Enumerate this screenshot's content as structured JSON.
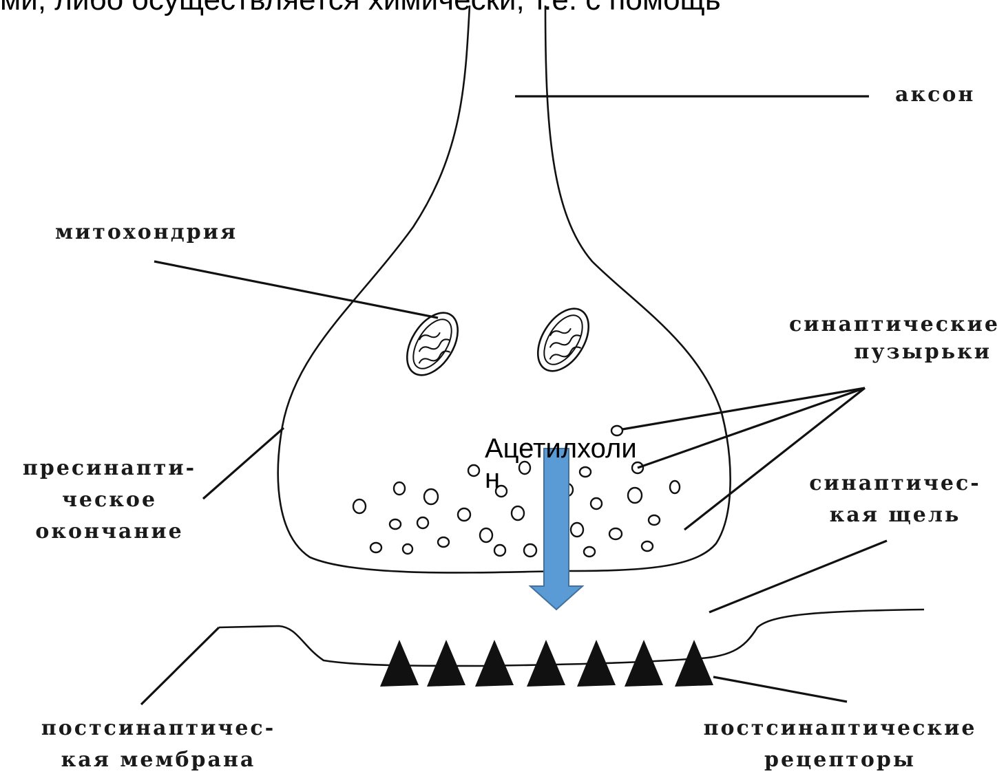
{
  "top_caption": "ми, либо осуществляется химически, т.е. с помощь",
  "labels": {
    "axon": "аксон",
    "mitochondria": "митохондрия",
    "vesicles_1": "синаптические",
    "vesicles_2": "пузырьки",
    "presynaptic_1": "пресинапти-",
    "presynaptic_2": "ческое",
    "presynaptic_3": "окончание",
    "cleft_1": "синаптичес-",
    "cleft_2": "кая щель",
    "membrane_1": "постсинаптичес-",
    "membrane_2": "кая мембрана",
    "receptors_1": "постсинаптические",
    "receptors_2": "рецепторы"
  },
  "neurotransmitter": {
    "label_1": "Ацетилхоли",
    "label_2": "н"
  },
  "colors": {
    "arrow_fill": "#5b9bd5",
    "arrow_stroke": "#41719c",
    "ink": "#111111"
  }
}
